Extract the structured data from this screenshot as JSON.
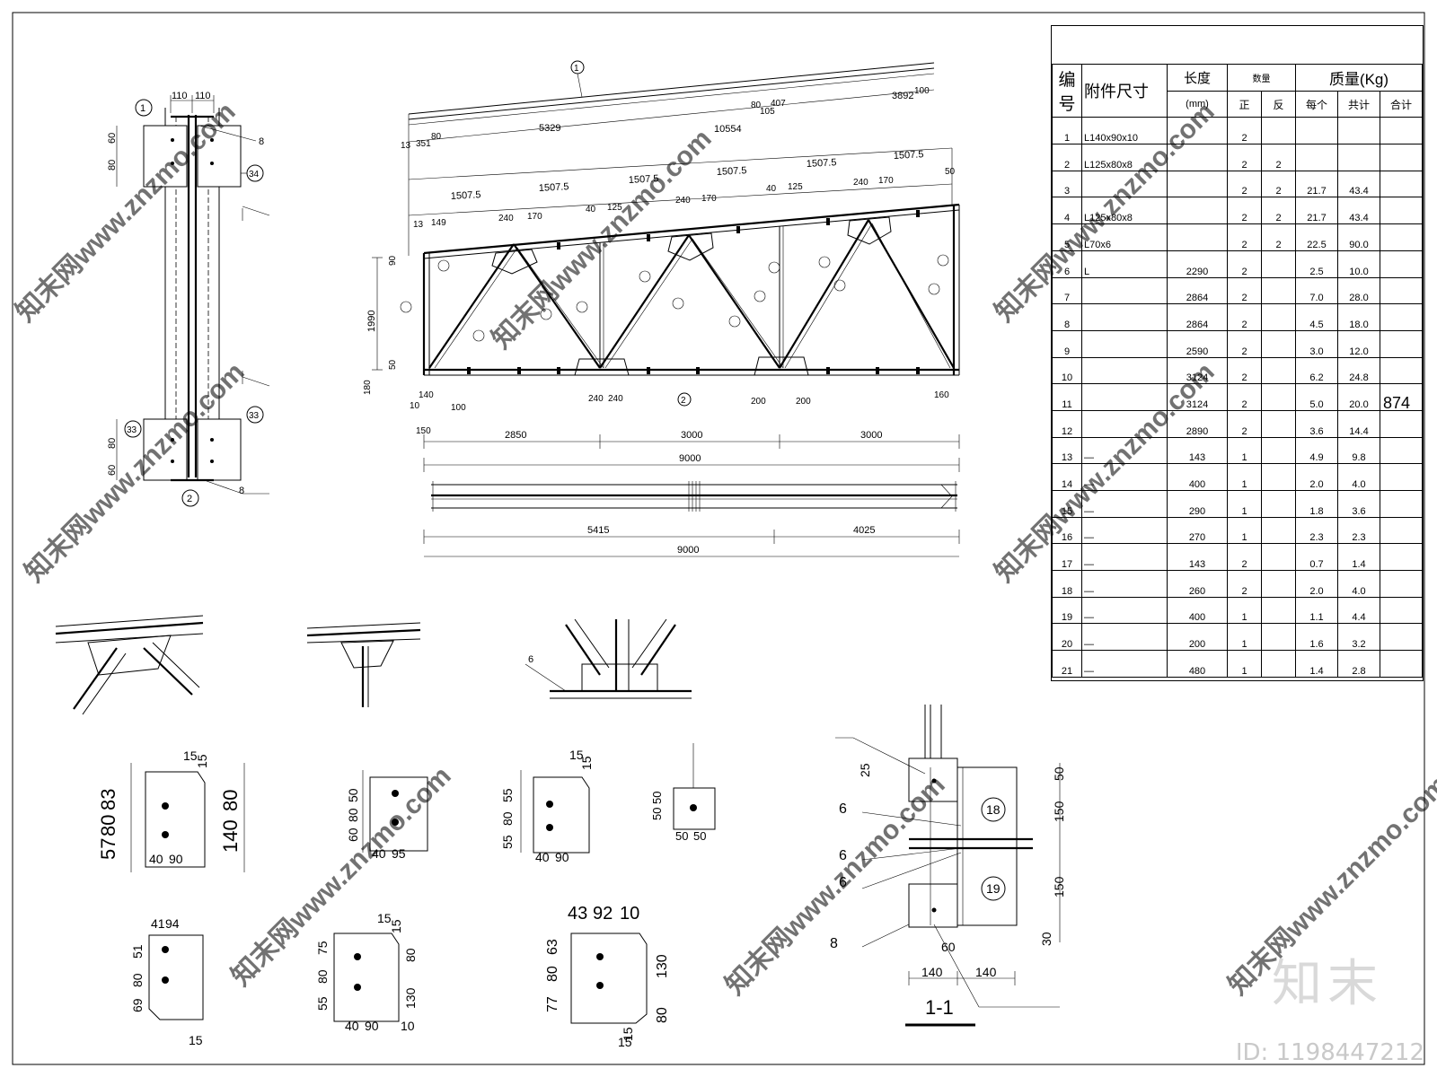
{
  "truss": {
    "member_tags": [
      "1",
      "2"
    ],
    "top_dims": [
      "5329",
      "10554",
      "3892",
      "100",
      "13",
      "351",
      "80",
      "80",
      "407",
      "105"
    ],
    "panel_dims": [
      "1507.5",
      "1507.5",
      "1507.5",
      "1507.5",
      "1507.5",
      "1507.5"
    ],
    "node_dims": [
      "240",
      "170",
      "40",
      "125",
      "240",
      "170",
      "40",
      "125",
      "240",
      "170",
      "13",
      "149",
      "50"
    ],
    "height_dims": [
      "1990",
      "90",
      "50",
      "180"
    ],
    "bottom_dims": [
      "240",
      "240",
      "200",
      "200",
      "160",
      "140",
      "100",
      "10",
      "150"
    ],
    "span_dims": [
      "2850",
      "3000",
      "3000"
    ],
    "total_span": "9000",
    "plan_dims": [
      "5415",
      "4025"
    ],
    "plan_total": "9000"
  },
  "column": {
    "width_dims": [
      "110",
      "110"
    ],
    "side_dims": [
      "60",
      "80",
      "80",
      "60"
    ],
    "tags": [
      "1",
      "34",
      "33",
      "33",
      "2"
    ],
    "weld_sizes": [
      "8",
      "8"
    ]
  },
  "plates": {
    "p1": {
      "dims": [
        "57",
        "80",
        "83",
        "15",
        "15",
        "140",
        "80",
        "40",
        "90"
      ]
    },
    "p2": {
      "dims": [
        "60",
        "80",
        "50",
        "40",
        "95"
      ]
    },
    "p3": {
      "dims": [
        "55",
        "80",
        "55",
        "15",
        "15",
        "40",
        "90"
      ]
    },
    "p4": {
      "dims": [
        "50",
        "50",
        "50",
        "50"
      ]
    },
    "p5": {
      "dims": [
        "41",
        "94",
        "51",
        "80",
        "69",
        "15"
      ]
    },
    "p6": {
      "dims": [
        "55",
        "80",
        "75",
        "15",
        "15",
        "80",
        "130",
        "40",
        "90",
        "10"
      ]
    },
    "p7": {
      "dims": [
        "43",
        "92",
        "10",
        "63",
        "80",
        "77",
        "130",
        "80",
        "15",
        "15"
      ]
    }
  },
  "node_detail": {
    "weld_labels": [
      "6"
    ]
  },
  "section": {
    "title": "1-1",
    "tags": [
      "18",
      "19"
    ],
    "welds": [
      "6",
      "6",
      "6",
      "8"
    ],
    "dims": [
      "25",
      "50",
      "150",
      "150",
      "30",
      "140",
      "140",
      "60"
    ]
  },
  "bom": {
    "headers": {
      "no": "编号",
      "part": "附件尺寸",
      "length": "长度",
      "length_unit": "(mm)",
      "qty": "数量",
      "qty_pos": "正",
      "qty_neg": "反",
      "mass": "质量(Kg)",
      "each": "每个",
      "sum": "共计",
      "total": "合计"
    },
    "rows": [
      {
        "no": "1",
        "part": "L140x90x10",
        "len": "",
        "pos": "2",
        "neg": "",
        "each": "",
        "sum": ""
      },
      {
        "no": "2",
        "part": "L125x80x8",
        "len": "",
        "pos": "2",
        "neg": "2",
        "each": "",
        "sum": ""
      },
      {
        "no": "3",
        "part": "",
        "len": "",
        "pos": "2",
        "neg": "2",
        "each": "21.7",
        "sum": "43.4"
      },
      {
        "no": "4",
        "part": "L125x80x8",
        "len": "",
        "pos": "2",
        "neg": "2",
        "each": "21.7",
        "sum": "43.4"
      },
      {
        "no": "5",
        "part": "L70x6",
        "len": "",
        "pos": "2",
        "neg": "2",
        "each": "22.5",
        "sum": "90.0"
      },
      {
        "no": "6",
        "part": "L",
        "len": "2290",
        "pos": "2",
        "neg": "",
        "each": "2.5",
        "sum": "10.0"
      },
      {
        "no": "7",
        "part": "",
        "len": "2864",
        "pos": "2",
        "neg": "",
        "each": "7.0",
        "sum": "28.0"
      },
      {
        "no": "8",
        "part": "",
        "len": "2864",
        "pos": "2",
        "neg": "",
        "each": "4.5",
        "sum": "18.0"
      },
      {
        "no": "9",
        "part": "",
        "len": "2590",
        "pos": "2",
        "neg": "",
        "each": "3.0",
        "sum": "12.0"
      },
      {
        "no": "10",
        "part": "",
        "len": "3124",
        "pos": "2",
        "neg": "",
        "each": "6.2",
        "sum": "24.8"
      },
      {
        "no": "11",
        "part": "",
        "len": "3124",
        "pos": "2",
        "neg": "",
        "each": "5.0",
        "sum": "20.0"
      },
      {
        "no": "12",
        "part": "",
        "len": "2890",
        "pos": "2",
        "neg": "",
        "each": "3.6",
        "sum": "14.4"
      },
      {
        "no": "13",
        "part": "—",
        "len": "143",
        "pos": "1",
        "neg": "",
        "each": "4.9",
        "sum": "9.8"
      },
      {
        "no": "14",
        "part": "—",
        "len": "400",
        "pos": "1",
        "neg": "",
        "each": "2.0",
        "sum": "4.0"
      },
      {
        "no": "15",
        "part": "—",
        "len": "290",
        "pos": "1",
        "neg": "",
        "each": "1.8",
        "sum": "3.6"
      },
      {
        "no": "16",
        "part": "—",
        "len": "270",
        "pos": "1",
        "neg": "",
        "each": "2.3",
        "sum": "2.3"
      },
      {
        "no": "17",
        "part": "—",
        "len": "143",
        "pos": "2",
        "neg": "",
        "each": "0.7",
        "sum": "1.4"
      },
      {
        "no": "18",
        "part": "—",
        "len": "260",
        "pos": "2",
        "neg": "",
        "each": "2.0",
        "sum": "4.0"
      },
      {
        "no": "19",
        "part": "—",
        "len": "400",
        "pos": "1",
        "neg": "",
        "each": "1.1",
        "sum": "4.4"
      },
      {
        "no": "20",
        "part": "—",
        "len": "200",
        "pos": "1",
        "neg": "",
        "each": "1.6",
        "sum": "3.2"
      },
      {
        "no": "21",
        "part": "—",
        "len": "480",
        "pos": "1",
        "neg": "",
        "each": "1.4",
        "sum": "2.8"
      }
    ],
    "grand_total": "874"
  },
  "watermark": {
    "text": "知末网www.znzmo.com",
    "brand": "知末",
    "id": "ID: 1198447212"
  }
}
